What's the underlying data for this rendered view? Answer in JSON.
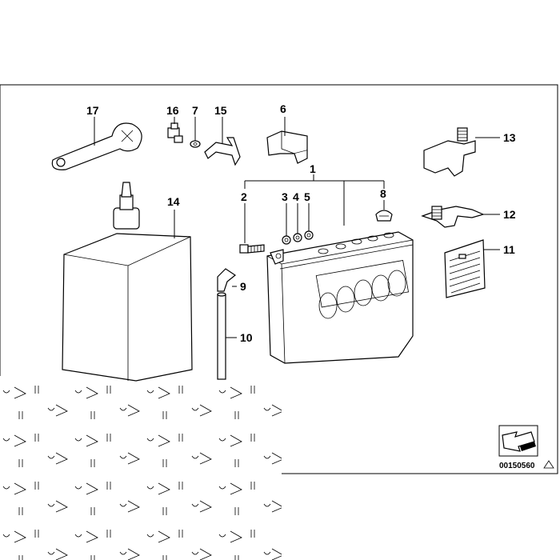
{
  "diagram": {
    "reference_number": "00150560",
    "callouts": [
      {
        "id": "17",
        "label": "17"
      },
      {
        "id": "16",
        "label": "16"
      },
      {
        "id": "7",
        "label": "7"
      },
      {
        "id": "15",
        "label": "15"
      },
      {
        "id": "6",
        "label": "6"
      },
      {
        "id": "13",
        "label": "13"
      },
      {
        "id": "1",
        "label": "1"
      },
      {
        "id": "2",
        "label": "2"
      },
      {
        "id": "3",
        "label": "3"
      },
      {
        "id": "4",
        "label": "4"
      },
      {
        "id": "5",
        "label": "5"
      },
      {
        "id": "8",
        "label": "8"
      },
      {
        "id": "14",
        "label": "14"
      },
      {
        "id": "12",
        "label": "12"
      },
      {
        "id": "11",
        "label": "11"
      },
      {
        "id": "9",
        "label": "9"
      },
      {
        "id": "10",
        "label": "10"
      }
    ]
  }
}
